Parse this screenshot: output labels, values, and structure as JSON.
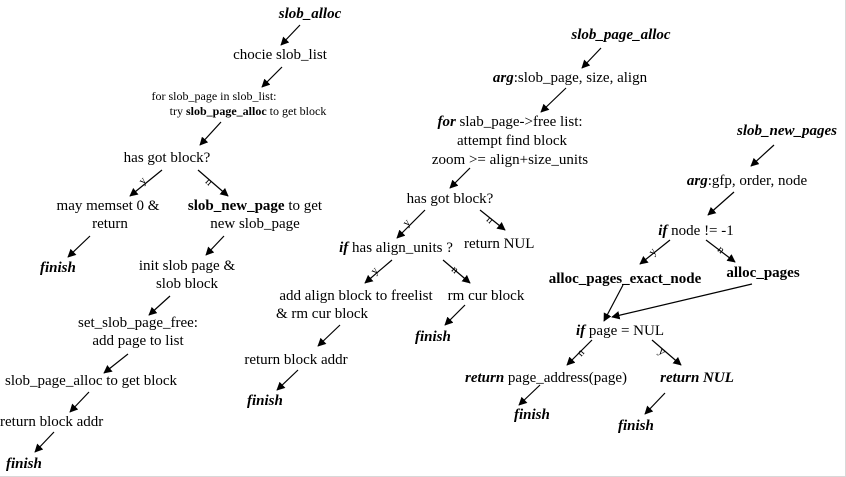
{
  "slob_alloc": {
    "title": "slob_alloc",
    "step1": "chocie slob_list",
    "step2_line1": "for slob_page in slob_list:",
    "step2_pre": "try ",
    "step2_func": "slob_page_alloc",
    "step2_post": " to get block",
    "q": "has got block?",
    "y_label": "y",
    "n_label": "n",
    "yes_line1": "may memset 0 &",
    "yes_line2": "return",
    "finish1": "finish",
    "no_func": "slob_new_page",
    "no_post": " to get",
    "no_line2": "new slob_page",
    "init_line1": "init slob page &",
    "init_line2": "slob block",
    "set_line1": "set_slob_page_free:",
    "set_line2": "add page to list",
    "alloc_get": "slob_page_alloc to get block",
    "ret_addr": "return block addr",
    "finish2": "finish"
  },
  "slob_page_alloc": {
    "title": "slob_page_alloc",
    "arg_kw": "arg",
    "arg_text": ":slob_page, size, align",
    "for_kw": "for",
    "for_text": " slab_page->free list:",
    "line2": "attempt find block",
    "line3": "zoom >= align+size_units",
    "q": "has got block?",
    "y_label": "y",
    "n_label": "n",
    "ret_nul": "return NUL",
    "if_kw": "if",
    "if_text": " has align_units ?",
    "y2_label": "y",
    "n2_label": "n",
    "add_line1": "add align block to freelist",
    "add_line2": "& rm cur block",
    "rm_block": "rm cur block",
    "finish1": "finish",
    "ret_addr": "return block addr",
    "finish2": "finish"
  },
  "slob_new_pages": {
    "title": "slob_new_pages",
    "arg_kw": "arg",
    "arg_text": ":gfp, order, node",
    "if_kw": "if",
    "if_text": " node != -1",
    "y_label": "y",
    "n_label": "n",
    "exact_node": "alloc_pages_exact_node",
    "alloc_pages": "alloc_pages",
    "if2_kw": "if",
    "if2_text": " page = NUL",
    "n2_label": "n",
    "y2_label": "y",
    "ret_kw": "return",
    "ret_text": " page_address(page)",
    "ret_nul": "return NUL",
    "finish1": "finish",
    "finish2": "finish"
  },
  "colors": {
    "ink": "#000000",
    "background": "#ffffff"
  }
}
